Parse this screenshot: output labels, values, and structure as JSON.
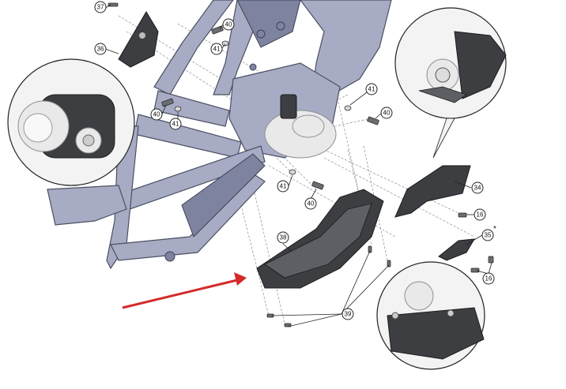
{
  "diagram": {
    "callouts": [
      {
        "id": "c37",
        "label": "37"
      },
      {
        "id": "c36",
        "label": "36"
      },
      {
        "id": "c40a",
        "label": "40"
      },
      {
        "id": "c41a",
        "label": "41"
      },
      {
        "id": "c40b",
        "label": "40"
      },
      {
        "id": "c41b",
        "label": "41"
      },
      {
        "id": "c41c",
        "label": "41"
      },
      {
        "id": "c40c",
        "label": "40"
      },
      {
        "id": "c41d",
        "label": "41"
      },
      {
        "id": "c40d",
        "label": "40"
      },
      {
        "id": "c34",
        "label": "34"
      },
      {
        "id": "c16a",
        "label": "16"
      },
      {
        "id": "c35",
        "label": "35"
      },
      {
        "id": "c16b",
        "label": "16"
      },
      {
        "id": "c38",
        "label": "38"
      },
      {
        "id": "c39",
        "label": "39"
      }
    ],
    "asterisk": "*",
    "arrow_color": "#d42a2a",
    "frame_color": "#a7acc4",
    "part_color": "#3c3e42"
  }
}
